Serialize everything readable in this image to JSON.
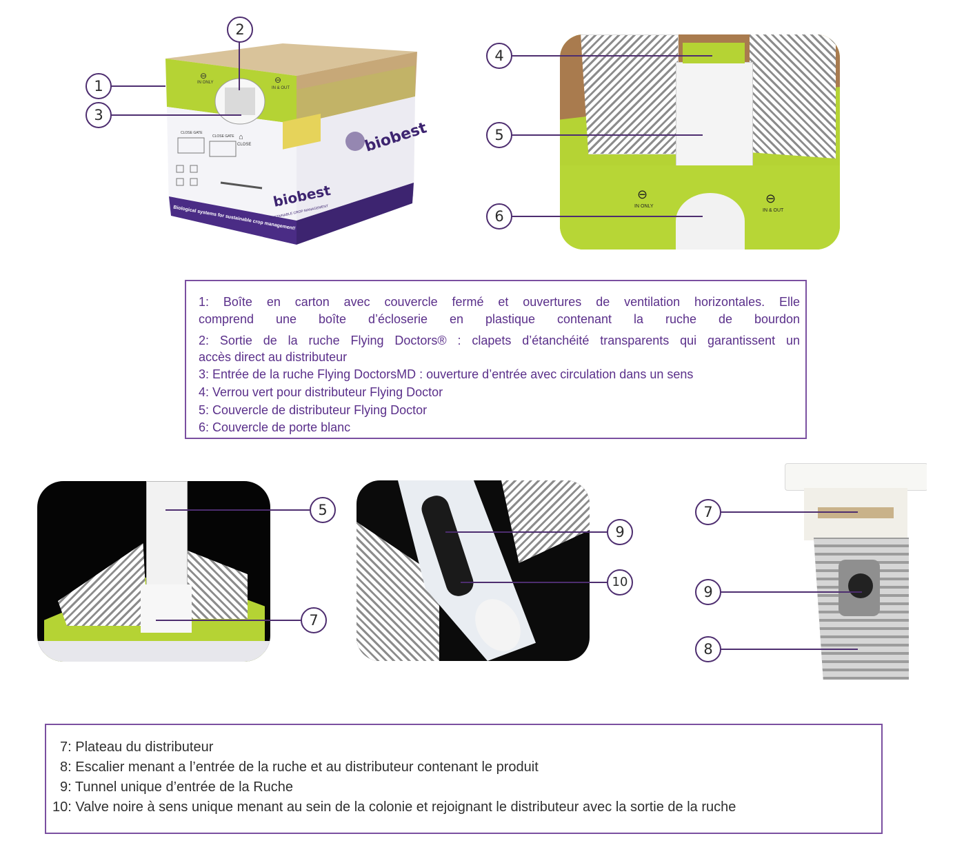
{
  "box_photo": {
    "brand": "biobest",
    "tagline": "SUSTAINABLE CROP MANAGEMENT",
    "banner": "Biological systems for sustainable crop management!",
    "icon_labels": [
      "IN ONLY",
      "IN & OUT",
      "CLOSE",
      "CLOSE GATE",
      "CLOSE GATE"
    ]
  },
  "top_right_photo": {
    "labels": [
      "IN ONLY",
      "IN & OUT"
    ]
  },
  "markers": {
    "m1": "1",
    "m2": "2",
    "m3": "3",
    "m4": "4",
    "m5": "5",
    "m6": "6",
    "m5b": "5",
    "m7": "7",
    "m9": "9",
    "m10": "10",
    "m7b": "7",
    "m9b": "9",
    "m8": "8"
  },
  "legend_top": {
    "line1": "1: Boîte en carton avec couvercle fermé et ouvertures de ventilation horizontales. Elle",
    "line2": "comprend une boîte d’écloserie en plastique contenant la ruche de bourdon",
    "line3": "2: Sortie de la ruche Flying Doctors® : clapets d’étanchéité transparents qui garantissent un",
    "line4": "accès direct au distributeur",
    "line5": "3:  Entrée de la ruche Flying DoctorsMD : ouverture d’entrée avec circulation dans un sens",
    "line6": "4: Verrou vert pour distributeur Flying Doctor",
    "line7": "5: Couvercle de distributeur Flying Doctor",
    "line8": "6: Couvercle de porte blanc"
  },
  "legend_bottom": {
    "line1": "7: Plateau du distributeur",
    "line2": "8: Escalier menant a l’entrée de la ruche et au distributeur contenant le produit",
    "line3": "9:  Tunnel unique d’entrée de la Ruche",
    "line4": "10: Valve noire à sens unique menant au sein de la colonie et rejoignant le distributeur  avec la sortie de la ruche"
  },
  "colors": {
    "lime": "#b5d334",
    "purple_brand": "#4a2c85",
    "legend_border": "#7a4fa0",
    "legend_text": "#5a2f8a",
    "marker_border": "#4d2d6f"
  },
  "icons": [
    "in-only-icon",
    "in-out-icon",
    "lock-icon"
  ]
}
